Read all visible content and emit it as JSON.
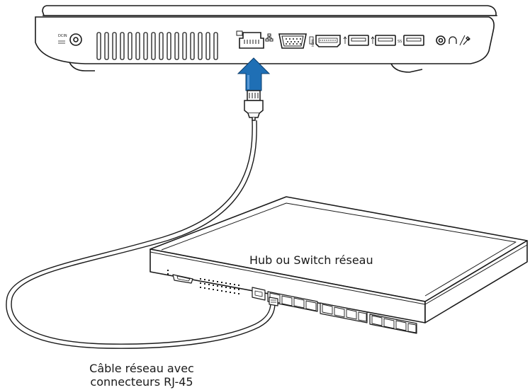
{
  "labels": {
    "hub": "Hub ou Switch réseau",
    "cable_line1": "Câble réseau avec",
    "cable_line2": "connecteurs RJ-45"
  },
  "laptop_port_marks": {
    "dcin": "DCIN",
    "hdmi": "HDMI",
    "usb3": "SS"
  },
  "colors": {
    "arrow": "#1f6fb5",
    "outline": "#1a1a1a"
  },
  "icons": [
    "lan-icon",
    "monitor-icon",
    "usb-icon",
    "headphone-icon",
    "microphone-icon"
  ]
}
